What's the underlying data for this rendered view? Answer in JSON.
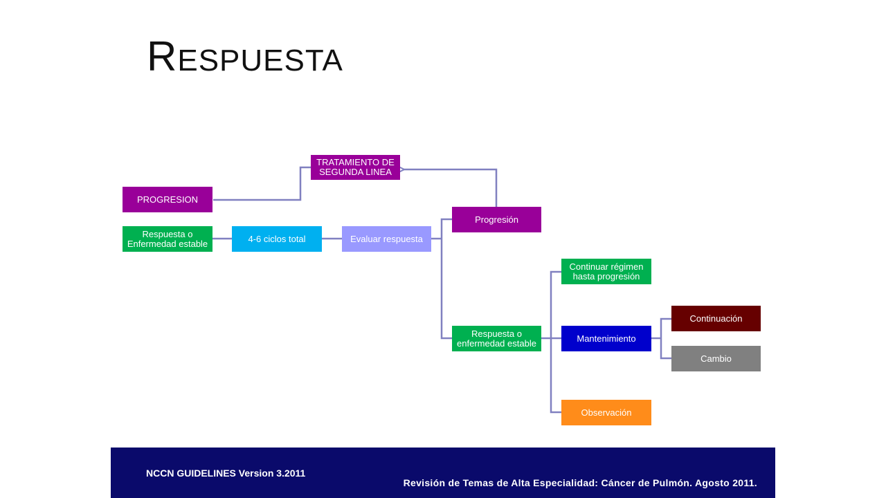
{
  "title": {
    "first": "R",
    "rest": "ESPUESTA"
  },
  "nodes": {
    "progresion_left": "PROGRESION",
    "segunda_linea": "TRATAMIENTO DE\nSEGUNDA LINEA",
    "respuesta_estable_left": "Respuesta o\nEnfermedad estable",
    "ciclos": "4-6 ciclos total",
    "evaluar": "Evaluar respuesta",
    "progresion_right": "Progresión",
    "continuar": "Continuar régimen\nhasta progresión",
    "respuesta_estable_right": "Respuesta o\nenfermedad estable",
    "mantenimiento": "Mantenimiento",
    "continuacion": "Continuación",
    "cambio": "Cambio",
    "observacion": "Observación"
  },
  "colors": {
    "purple": "#990099",
    "green": "#00b050",
    "cyan": "#00b0f0",
    "lavender": "#9999ff",
    "blue": "#0000cc",
    "maroon": "#660000",
    "gray": "#808080",
    "orange": "#ff8c1a",
    "connector": "#8080c0",
    "footer": "#0a0a6b"
  },
  "footer": {
    "left": "NCCN GUIDELINES Version 3.2011",
    "right": "Revisión de Temas de Alta Especialidad: Cáncer de Pulmón. Agosto 2011."
  }
}
